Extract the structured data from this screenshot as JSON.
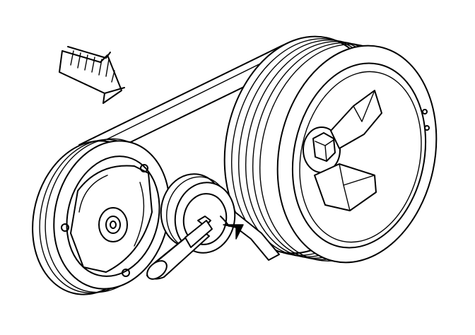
{
  "diagram": {
    "components": [
      {
        "name": "crankshaft-pulley",
        "icon": "pulley-icon"
      },
      {
        "name": "ac-compressor-clutch-pulley",
        "icon": "pulley-icon"
      },
      {
        "name": "belt-tensioner",
        "icon": "tensioner-icon"
      },
      {
        "name": "serpentine-belt",
        "icon": "belt-icon"
      }
    ],
    "arrows": [
      {
        "name": "view-direction-arrow",
        "style": "hollow-hatched"
      },
      {
        "name": "tensioner-rotation-arrow",
        "style": "solid"
      }
    ],
    "colors": {
      "line": "#000000",
      "fill": "#ffffff"
    }
  }
}
